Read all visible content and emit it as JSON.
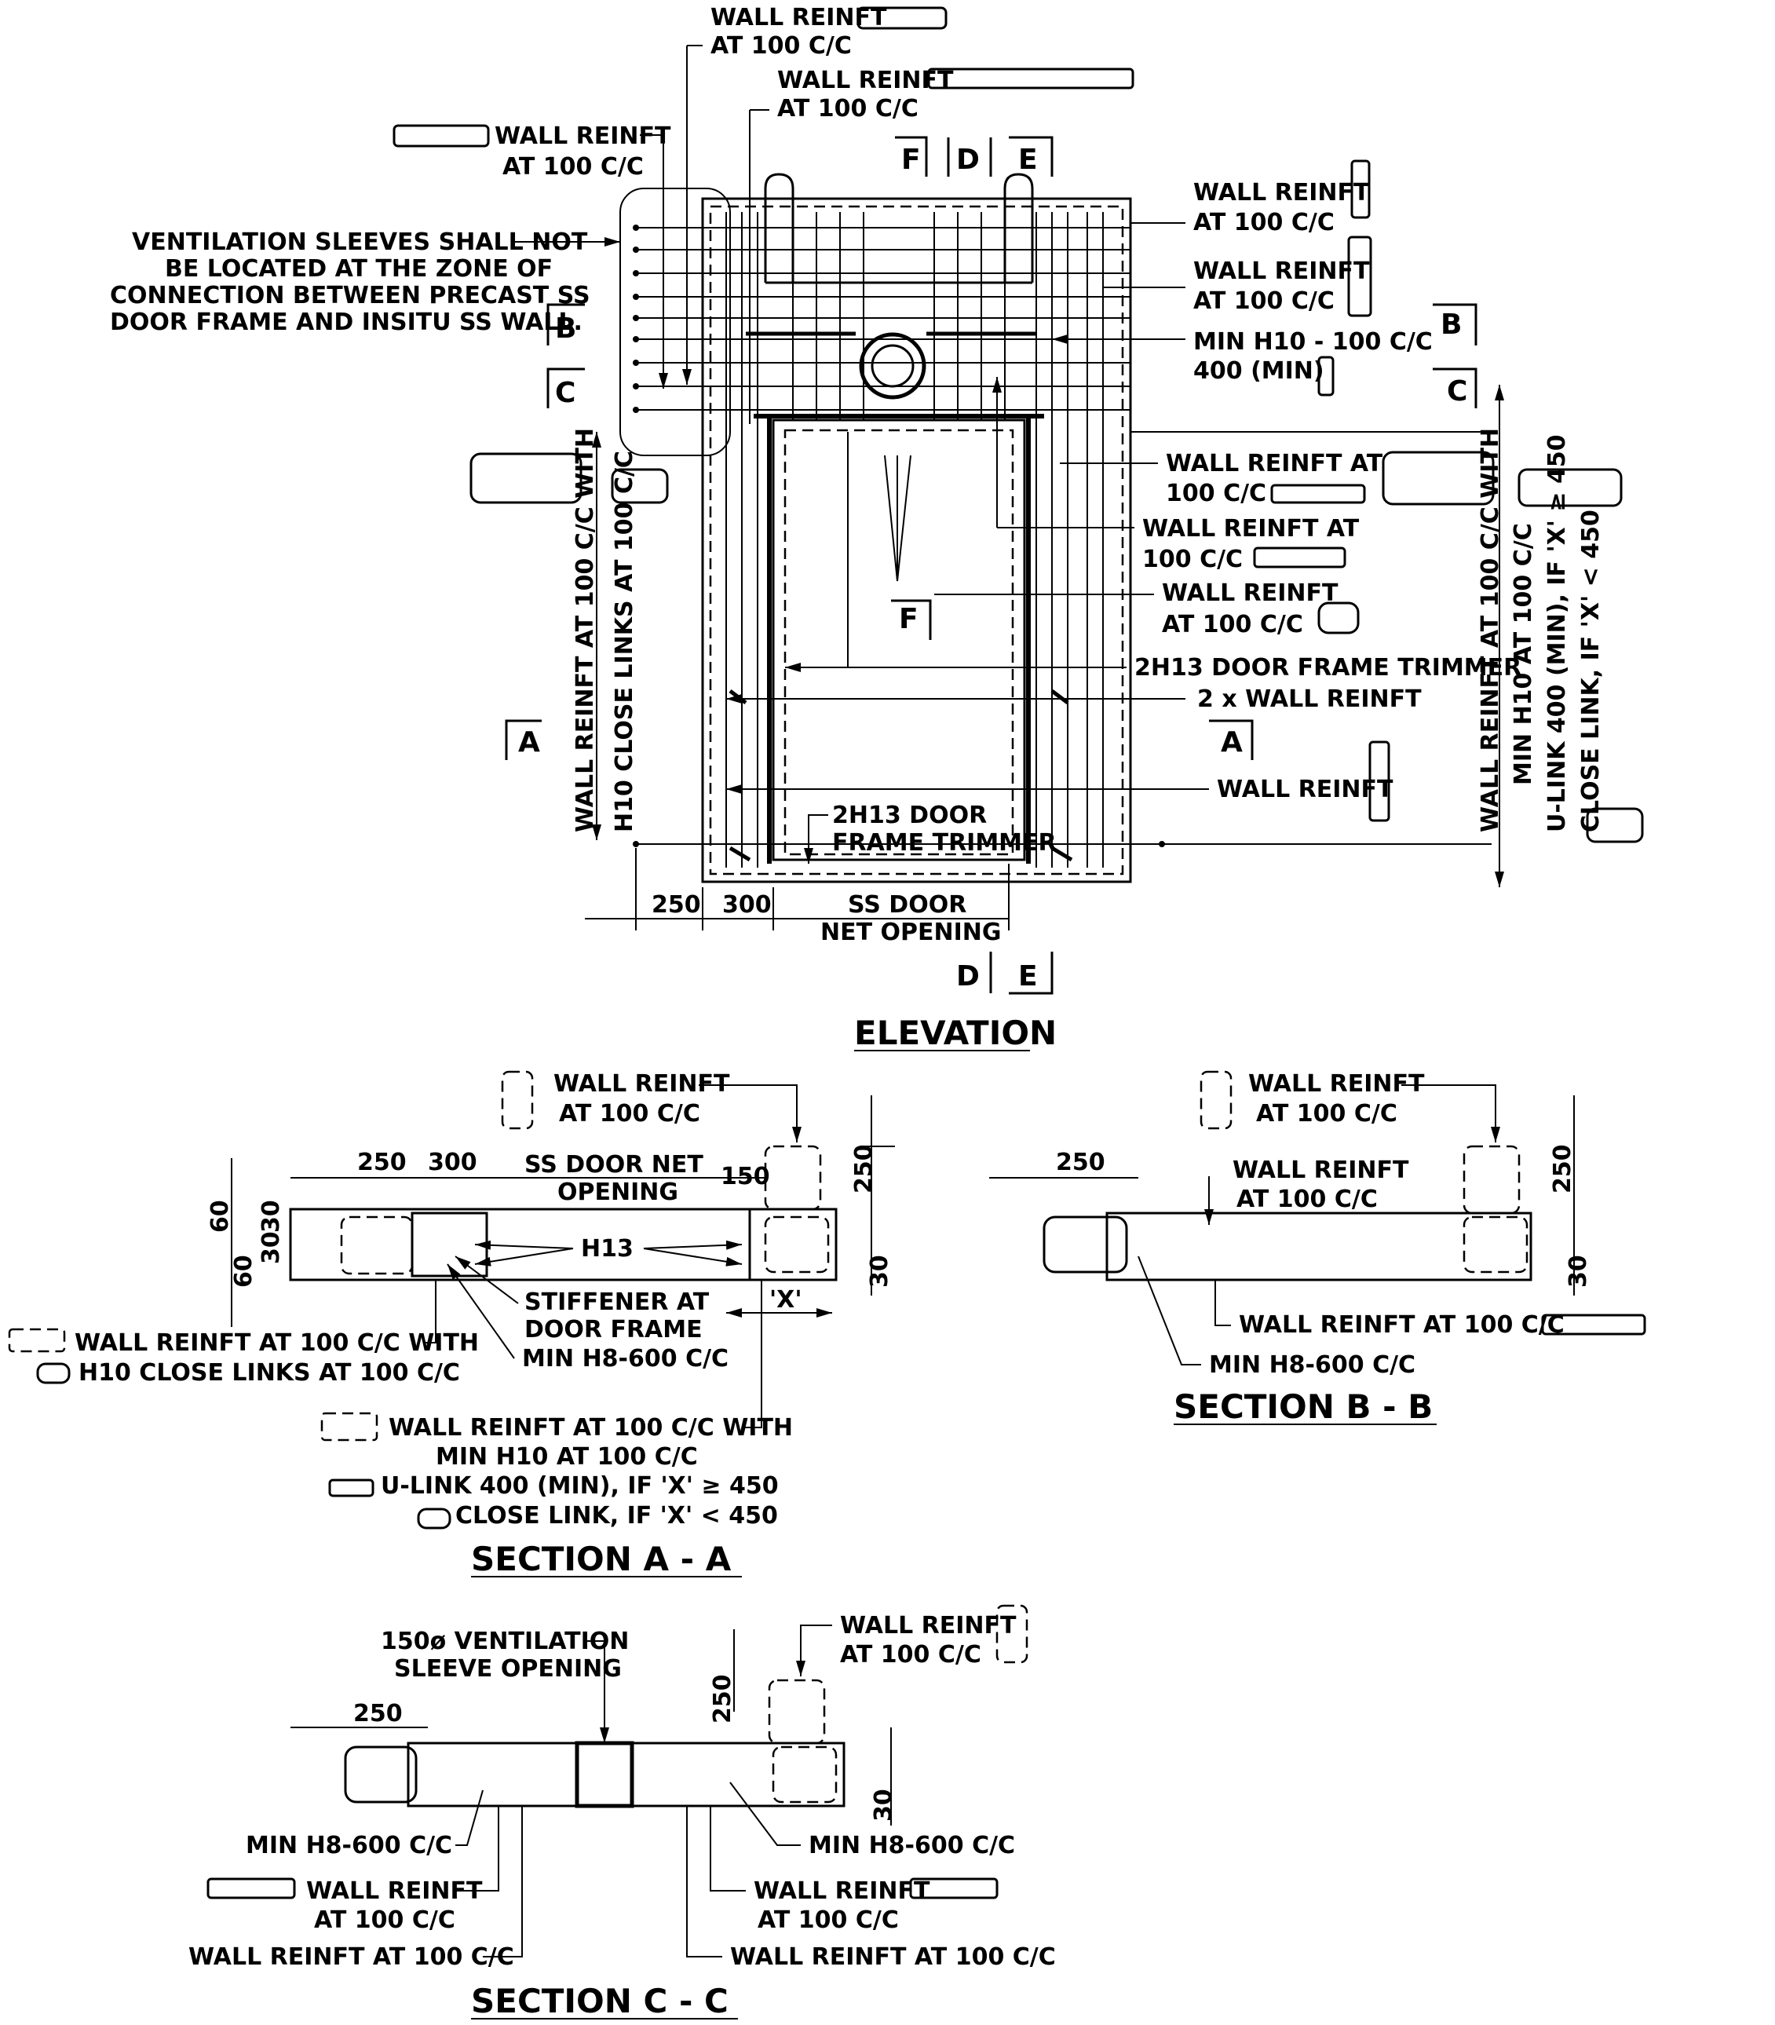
{
  "elevation": {
    "title": "ELEVATION",
    "labels": {
      "wall_reinft": "WALL REINFT",
      "at_100": "AT 100 C/C",
      "note_l1": "VENTILATION SLEEVES SHALL NOT",
      "note_l2": "BE LOCATED AT THE ZONE OF",
      "note_l3": "CONNECTION BETWEEN PRECAST SS",
      "note_l4": "DOOR FRAME AND INSITU SS WALL.",
      "min_h10": "MIN H10 - 100 C/C",
      "min_400": "400 (MIN)",
      "wall_reinft_at": "WALL REINFT AT",
      "c100": "100 C/C",
      "trimmer": "2H13 DOOR FRAME TRIMMER",
      "two_x": "2 x WALL REINFT",
      "trimmer2_l1": "2H13 DOOR",
      "trimmer2_l2": "FRAME TRIMMER",
      "dim_250": "250",
      "dim_300": "300",
      "ss_door": "SS DOOR",
      "net_opening": "NET OPENING",
      "left_vert": "WALL REINFT AT 100 C/C WITH",
      "left_vert2": "H10 CLOSE LINKS AT 100 C/C",
      "right_vert1": "WALL REINFT AT 100 C/C WITH",
      "right_vert2": "MIN H10 AT 100 C/C",
      "right_vert3": "U-LINK 400 (MIN), IF 'X' ≥ 450",
      "right_vert4": "CLOSE LINK, IF 'X' < 450"
    },
    "section_marks": {
      "A": "A",
      "B": "B",
      "C": "C",
      "D": "D",
      "E": "E",
      "F": "F"
    }
  },
  "section_aa": {
    "title": "SECTION A - A",
    "wall_reinft": "WALL REINFT",
    "at_100": "AT 100 C/C",
    "d250": "250",
    "d300": "300",
    "ss_net_1": "SS DOOR NET",
    "ss_net_2": "OPENING",
    "d150": "150",
    "d60": "60",
    "d30": "30",
    "h13": "H13",
    "stiff1": "STIFFENER AT",
    "stiff2": "DOOR FRAME",
    "min_h8": "MIN H8-600 C/C",
    "x": "'X'",
    "left1": "WALL REINFT AT 100 C/C WITH",
    "left2": "H10 CLOSE LINKS AT 100 C/C",
    "b1": "WALL REINFT AT 100 C/C WITH",
    "b2": "MIN H10 AT 100 C/C",
    "b3": "U-LINK 400 (MIN), IF 'X' ≥ 450",
    "b4": "CLOSE LINK, IF 'X' < 450"
  },
  "section_bb": {
    "title": "SECTION B - B",
    "wall_reinft": "WALL REINFT",
    "at_100": "AT 100 C/C",
    "d250": "250",
    "d30": "30",
    "bottom": "WALL REINFT AT 100 C/C",
    "min_h8": "MIN H8-600 C/C"
  },
  "section_cc": {
    "title": "SECTION C - C",
    "vent1": "150ø VENTILATION",
    "vent2": "SLEEVE OPENING",
    "wall_reinft": "WALL REINFT",
    "at_100": "AT 100 C/C",
    "d250": "250",
    "d30": "30",
    "min_h8": "MIN H8-600 C/C",
    "wall_100": "WALL REINFT AT 100 C/C"
  }
}
